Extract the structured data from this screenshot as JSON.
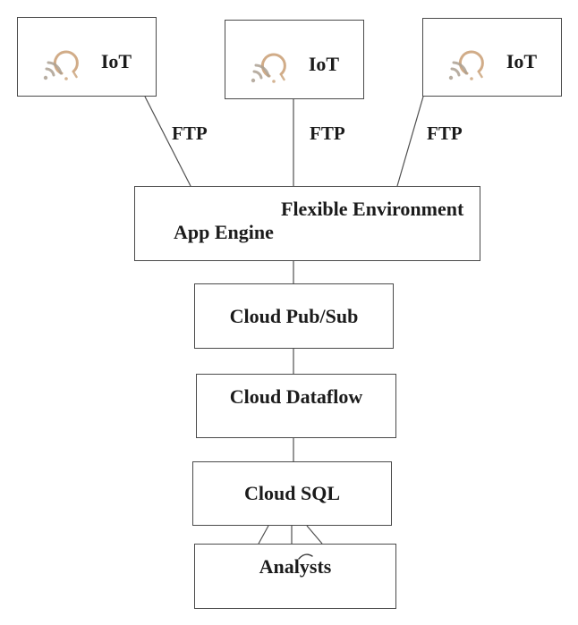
{
  "diagram": {
    "type": "architecture-flow",
    "iot_nodes": [
      {
        "label": "IoT",
        "icon": "iot-bulb-wifi-icon"
      },
      {
        "label": "IoT",
        "icon": "iot-bulb-wifi-icon"
      },
      {
        "label": "IoT",
        "icon": "iot-bulb-wifi-icon"
      }
    ],
    "app_engine": {
      "env_label": "Flexible Environment",
      "name_label": "App Engine"
    },
    "pipeline_nodes": [
      {
        "label": "Cloud Pub/Sub"
      },
      {
        "label": "Cloud Dataflow"
      },
      {
        "label": "Cloud SQL"
      },
      {
        "label": "Analysts"
      }
    ],
    "edges": [
      {
        "from": "IoT-1",
        "to": "App Engine",
        "label": "FTP"
      },
      {
        "from": "IoT-2",
        "to": "App Engine",
        "label": "FTP"
      },
      {
        "from": "IoT-3",
        "to": "App Engine",
        "label": "FTP"
      },
      {
        "from": "App Engine",
        "to": "Cloud Pub/Sub",
        "label": ""
      },
      {
        "from": "Cloud Pub/Sub",
        "to": "Cloud Dataflow",
        "label": ""
      },
      {
        "from": "Cloud Dataflow",
        "to": "Cloud SQL",
        "label": ""
      },
      {
        "from": "Cloud SQL",
        "to": "Analysts",
        "label": ""
      }
    ],
    "colors": {
      "background": "#ffffff",
      "box_border": "#4a4a4a",
      "connector": "#4f4f4f",
      "text": "#1b1b1b",
      "bulb_icon": "#c99e73",
      "wifi_icon": "#aca092"
    }
  }
}
